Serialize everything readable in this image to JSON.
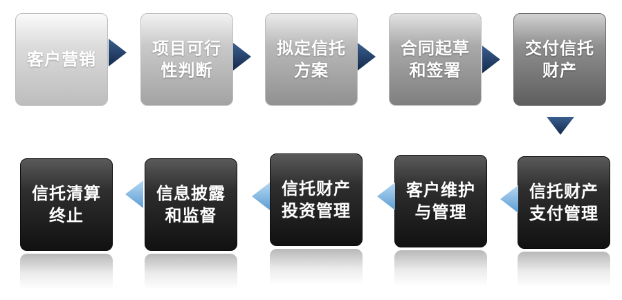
{
  "steps": [
    {
      "label": "客户营销"
    },
    {
      "label": "项目可行性判断"
    },
    {
      "label": "拟定信托方案"
    },
    {
      "label": "合同起草和签署"
    },
    {
      "label": "交付信托财产"
    },
    {
      "label": "信托财产支付管理"
    },
    {
      "label": "客户维护与管理"
    },
    {
      "label": "信托财产投资管理"
    },
    {
      "label": "信息披露和监督"
    },
    {
      "label": "信托清算终止"
    }
  ],
  "colors": {
    "arrow_dark": "#1f3a60",
    "arrow_light": "#7fb6e2"
  }
}
